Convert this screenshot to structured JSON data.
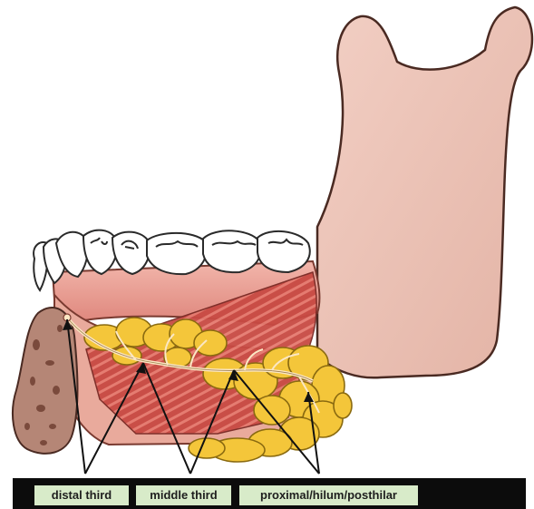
{
  "labels": {
    "distal": "distal third",
    "middle": "middle third",
    "proximal": "proximal/hilum/posthilar"
  },
  "colors": {
    "bone": "#ecc3b8",
    "bone_outline": "#4a2a22",
    "gland": "#f4c63a",
    "muscle": "#c8433e",
    "gum": "#e99a90",
    "tooth": "#ffffff",
    "sublingual": "#b08070",
    "label_bg": "#d8ebc9",
    "label_bar": "#0c0c0c"
  }
}
